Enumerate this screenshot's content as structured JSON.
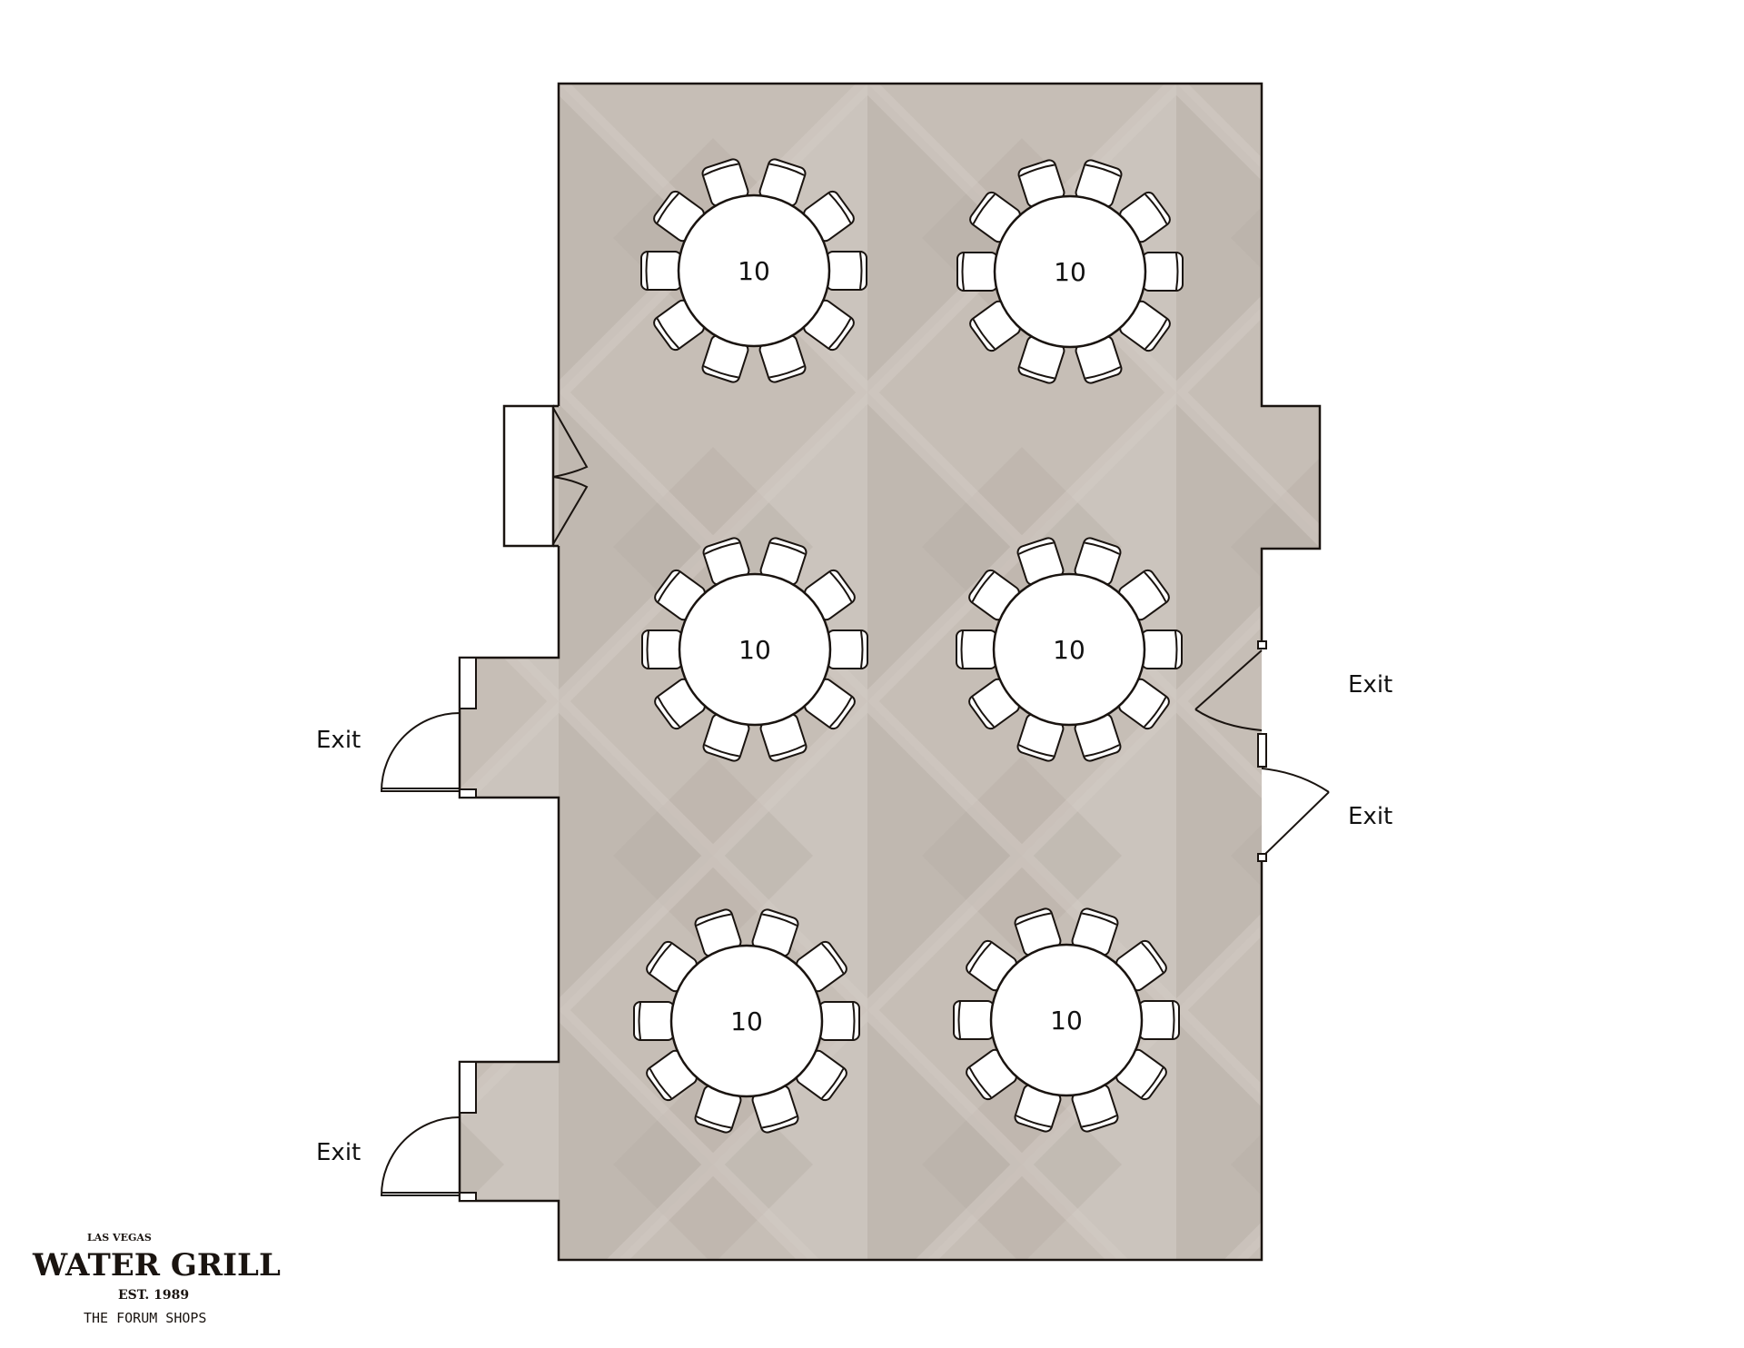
{
  "floor_plan": {
    "floor_color": "#c6beb6",
    "wall_color": "#1a1410",
    "tables": [
      {
        "label": "10",
        "seats": 10
      },
      {
        "label": "10",
        "seats": 10
      },
      {
        "label": "10",
        "seats": 10
      },
      {
        "label": "10",
        "seats": 10
      },
      {
        "label": "10",
        "seats": 10
      },
      {
        "label": "10",
        "seats": 10
      }
    ],
    "exits": [
      "Exit",
      "Exit",
      "Exit",
      "Exit"
    ]
  },
  "logo": {
    "top": "Las Vegas",
    "name": "Water Grill",
    "est": "Est. 1989",
    "location": "The Forum Shops"
  }
}
